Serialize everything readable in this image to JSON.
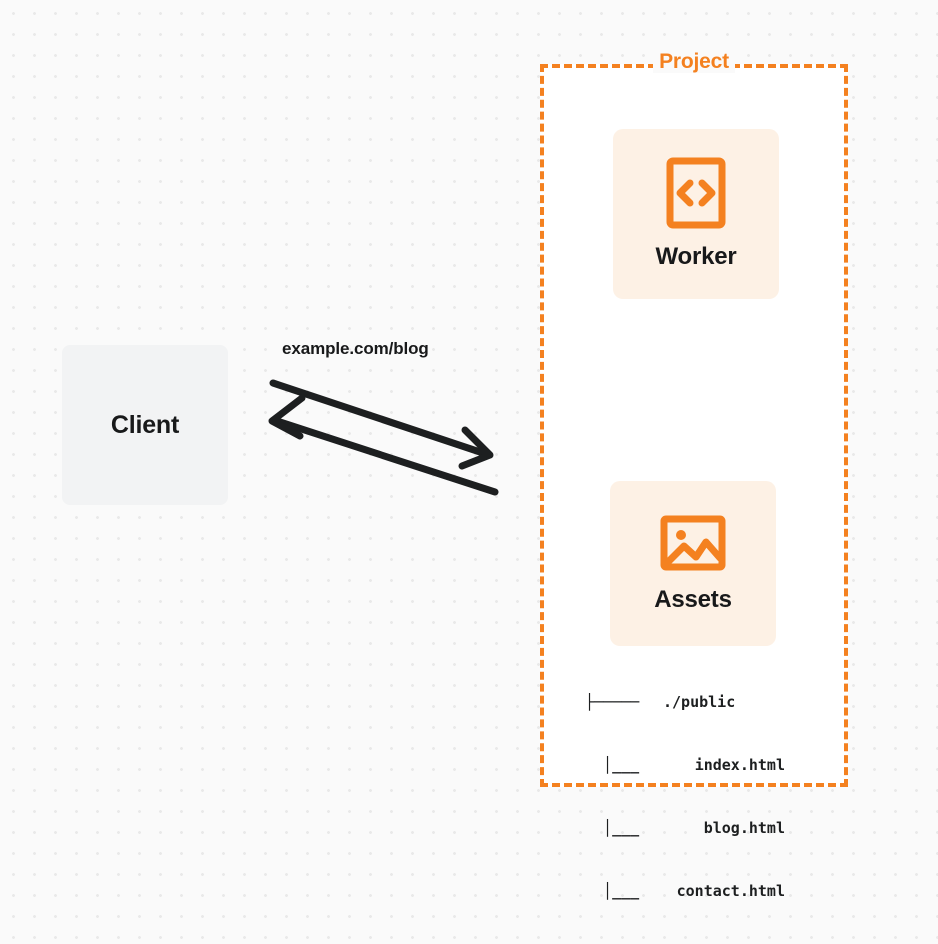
{
  "diagram": {
    "title": "Project request flow diagram",
    "background_color": "#fafafa",
    "accent_color": "#f48120",
    "card_background": "#fdf1e5",
    "client_background": "#f2f3f4",
    "text_color": "#18191a"
  },
  "client": {
    "label": "Client"
  },
  "connection": {
    "label": "example.com/blog",
    "request_direction": "right",
    "response_direction": "left"
  },
  "project": {
    "label": "Project",
    "services": [
      {
        "name": "Worker",
        "icon": "code-icon"
      },
      {
        "name": "Assets",
        "icon": "image-icon"
      }
    ],
    "file_tree": {
      "rows": [
        {
          "branch": "├─────",
          "name": "./public"
        },
        {
          "branch": "  │___",
          "name": "index.html"
        },
        {
          "branch": "  │___",
          "name": "blog.html"
        },
        {
          "branch": "  │___",
          "name": "contact.html"
        }
      ]
    }
  }
}
